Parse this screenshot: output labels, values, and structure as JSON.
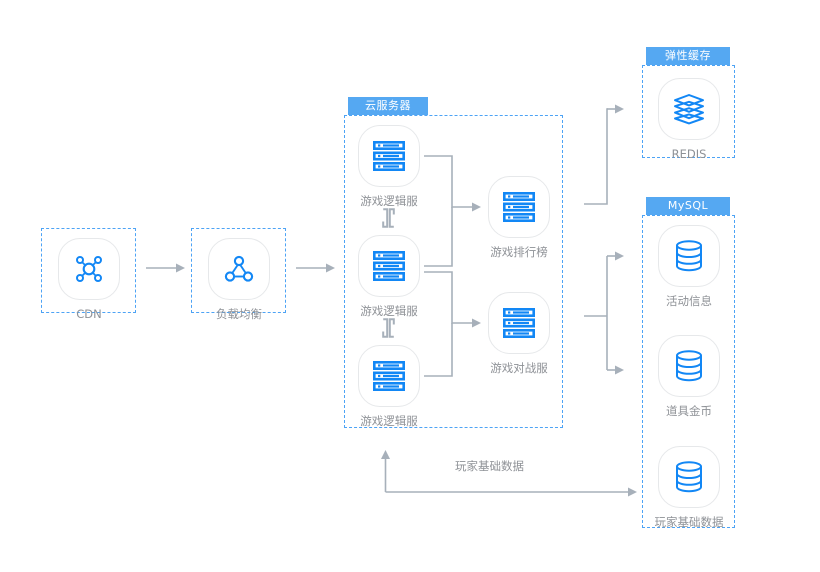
{
  "diagram": {
    "title": "game-server-architecture",
    "colors": {
      "accent_blue": "#1287f5",
      "tab_blue": "#55a8f2",
      "dash_border": "#4da3f5",
      "connector_gray": "#a7b0ba",
      "label_gray": "#8e9196",
      "tile_border": "#e6e8ea"
    }
  },
  "groups": [
    {
      "id": "cdn",
      "tab_label": "",
      "has_tab": false
    },
    {
      "id": "slb",
      "tab_label": "",
      "has_tab": false
    },
    {
      "id": "ecs",
      "tab_label": "云服务器",
      "has_tab": true
    },
    {
      "id": "redis",
      "tab_label": "弹性缓存",
      "has_tab": true
    },
    {
      "id": "mysql",
      "tab_label": "MySQL",
      "has_tab": true
    }
  ],
  "nodes": {
    "cdn": {
      "label": "CDN",
      "icon": "cdn-network-icon"
    },
    "slb": {
      "label": "负载均衡",
      "icon": "load-balancer-icon"
    },
    "logic1": {
      "label": "游戏逻辑服",
      "icon": "server-rack-icon"
    },
    "logic2": {
      "label": "游戏逻辑服",
      "icon": "server-rack-icon"
    },
    "logic3": {
      "label": "游戏逻辑服",
      "icon": "server-rack-icon"
    },
    "rank": {
      "label": "游戏排行榜",
      "icon": "server-rack-icon"
    },
    "battle": {
      "label": "游戏对战服",
      "icon": "server-rack-icon"
    },
    "redis": {
      "label": "REDIS",
      "icon": "redis-stack-icon"
    },
    "activity": {
      "label": "活动信息",
      "icon": "database-cylinder-icon"
    },
    "items": {
      "label": "道具金币",
      "icon": "database-cylinder-icon"
    },
    "playerdata": {
      "label": "玩家基础数据",
      "icon": "database-cylinder-icon"
    }
  },
  "edges": {
    "player_base_data_label": "玩家基础数据"
  }
}
